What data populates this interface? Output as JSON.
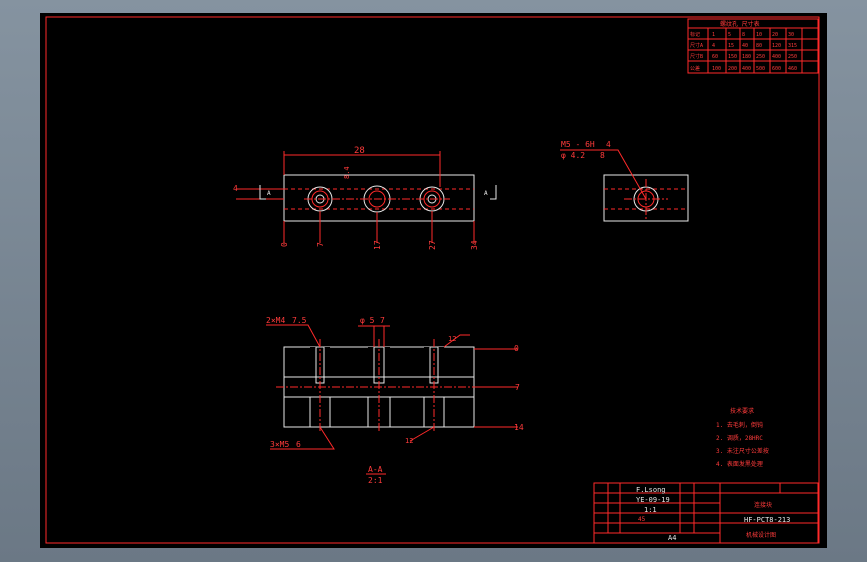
{
  "dims": {
    "top_length": "28",
    "left_height": "4",
    "hole_dim": "8.4",
    "x_ticks": [
      "0",
      "7",
      "17",
      "27",
      "34"
    ],
    "thread_note": "M5 - 6H",
    "thread_depth": "4",
    "drill_note": "φ 4.2",
    "drill_depth": "8",
    "section_hole_left": "2×M4",
    "section_hole_left_depth": "7.5",
    "section_center_hole": "φ 5",
    "section_center_depth": "7",
    "section_right_dim": "12",
    "section_right_dim2": "12",
    "section_y_labels": [
      "0",
      "7",
      "14"
    ],
    "section_bottom_note": "3×M5",
    "section_bottom_depth": "6",
    "section_label": "A-A",
    "section_scale": "2:1"
  },
  "table_top": {
    "title": "螺纹孔 尺寸表",
    "rows": [
      [
        "标记",
        "1",
        "5",
        "8",
        "10",
        "20",
        "30"
      ],
      [
        "尺寸A",
        "4",
        "15",
        "40",
        "80",
        "120",
        "315"
      ],
      [
        "尺寸B",
        "60",
        "150",
        "180",
        "250",
        "400",
        "250"
      ],
      [
        "公差",
        "100",
        "200",
        "400",
        "500",
        "600",
        "460"
      ]
    ]
  },
  "notes": {
    "title": "技术要求",
    "items": [
      "1. 去毛刺，倒钝",
      "2. 调质，28HRC",
      "3. 未注尺寸公差按",
      "4. 表面发黑处理"
    ]
  },
  "title_block": {
    "designer": "F.Lsong",
    "date": "YE-09-19",
    "scale_cell": "1:1",
    "part_name": "连接块",
    "drawing_no": "HF-PCT8-213",
    "material": "45",
    "sheet_size": "A4",
    "company": "机械设计图"
  }
}
